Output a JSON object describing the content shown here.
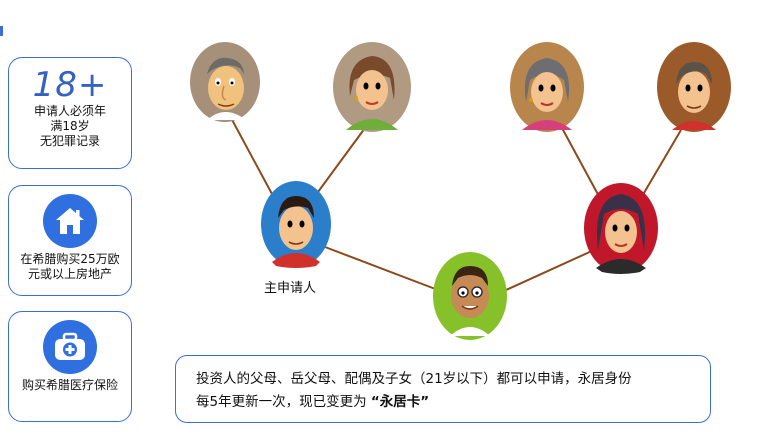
{
  "cards": {
    "age": {
      "big": "18+",
      "lines": [
        "申请人必须年",
        "满18岁",
        "无犯罪记录"
      ]
    },
    "house": {
      "icon": "house-icon",
      "lines": [
        "在希腊购买25万欧",
        "元或以上房地产"
      ]
    },
    "insurance": {
      "icon": "medical-kit-icon",
      "lines": [
        "购买希腊医疗保险"
      ]
    }
  },
  "tree": {
    "main_applicant_label": "主申请人"
  },
  "note": {
    "line1": "投资人的父母、岳父母、配偶及子女（21岁以下）都可以申请，永居身份",
    "line2_prefix": "每5年更新一次，现已变更为",
    "line2_highlight": "“永居卡”"
  },
  "colors": {
    "accent": "#3a6fd8",
    "icon_blue": "#2f6fe0",
    "line_brown": "#8b4a1c"
  }
}
